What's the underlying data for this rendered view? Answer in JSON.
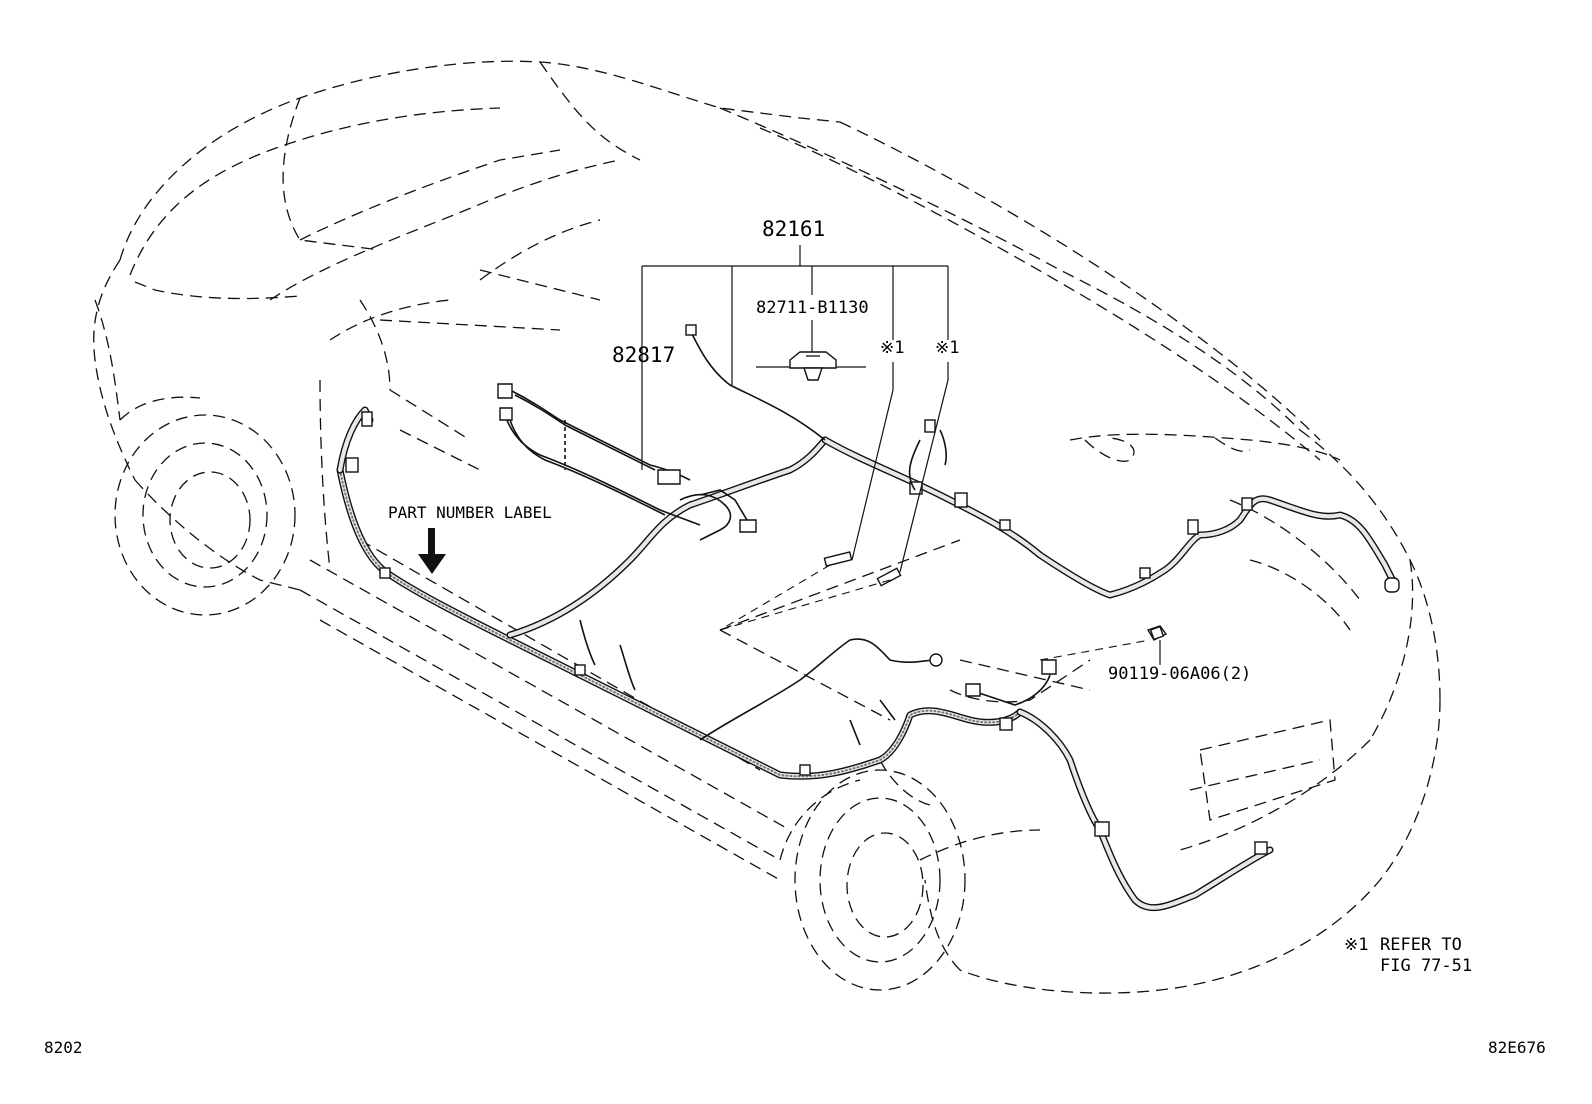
{
  "figure": {
    "callouts": {
      "c82161": "82161",
      "c82817": "82817",
      "c82711": "82711-B1130",
      "ref1": "※1",
      "ref2": "※1",
      "c90119": "90119-06A06(2)",
      "label_text": "PART NUMBER LABEL"
    },
    "note": {
      "symbol": "※1",
      "line1": "REFER TO",
      "line2": "FIG 77-51"
    },
    "footer": {
      "left": "8202",
      "right": "82E676"
    }
  }
}
